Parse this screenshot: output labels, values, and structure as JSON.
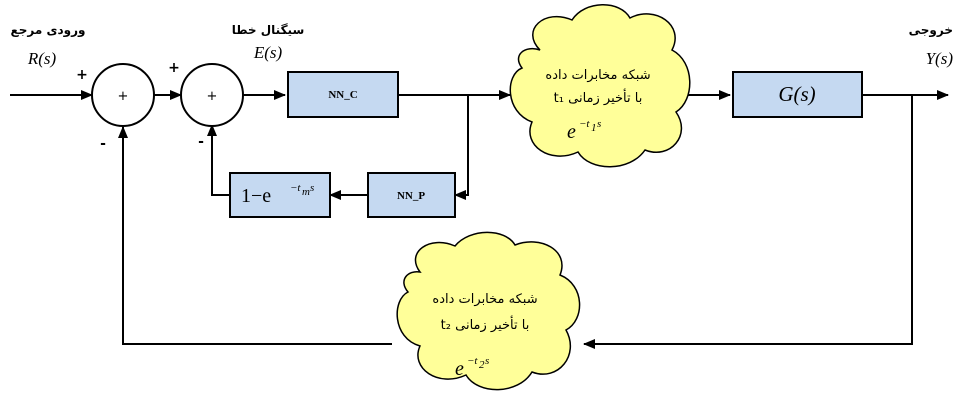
{
  "labels": {
    "reference_title": "ورودی مرجع",
    "reference_symbol": "R(s)",
    "error_title": "سیگنال خطا",
    "error_symbol": "E(s)",
    "output_title": "خروجی",
    "output_symbol": "Y(s)"
  },
  "signs": {
    "sum1_in": "+",
    "sum1_fb": "-",
    "sum2_in": "+",
    "sum2_fb": "-"
  },
  "summers": {
    "sum1_symbol": "+",
    "sum2_symbol": "+"
  },
  "blocks": {
    "nn_c": "NN_C",
    "nn_p": "NN_P",
    "plant": "G(s)",
    "model_delay_base": "1−e",
    "model_delay_exp": "−t",
    "model_delay_exp_sub": "m",
    "model_delay_exp_tail": "s"
  },
  "clouds": {
    "forward": {
      "line1": "شبکه مخابرات داده",
      "line2": "با تأخیر زمانی t₁",
      "exp_base": "e",
      "exp_power": "−t",
      "exp_sub": "1",
      "exp_tail": "s"
    },
    "feedback": {
      "line1": "شبکه مخابرات داده",
      "line2": "با تأخیر زمانی t₂",
      "exp_base": "e",
      "exp_power": "−t",
      "exp_sub": "2",
      "exp_tail": "s"
    }
  },
  "colors": {
    "block_fill": "#c5d9f1",
    "cloud_fill": "#ffff99",
    "line": "#000000"
  }
}
